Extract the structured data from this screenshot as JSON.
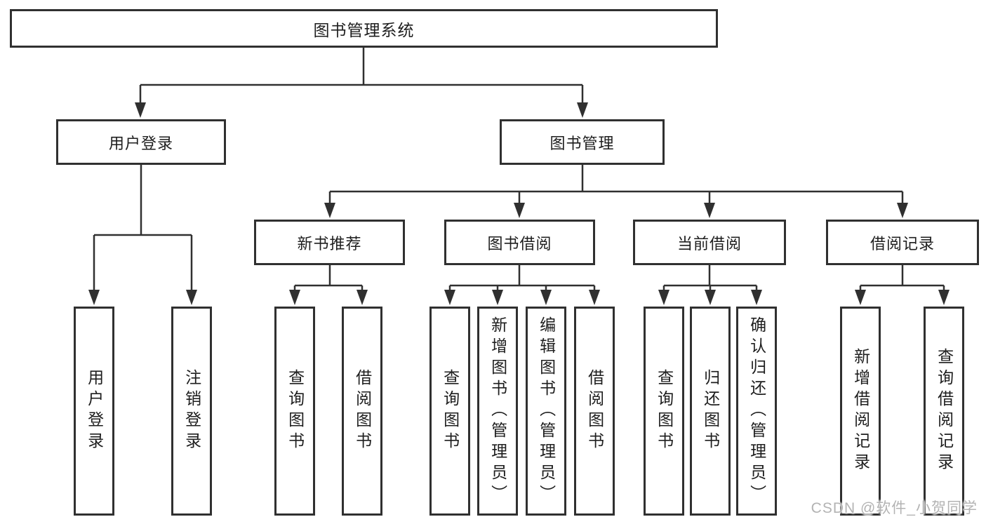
{
  "diagram_type": "hierarchy-tree",
  "colors": {
    "line": "#303030",
    "text": "#1e1e1e",
    "box_bg": "#ffffff",
    "bg": "#ffffff",
    "watermark": "#b3b3b3"
  },
  "tree": {
    "label": "图书管理系统",
    "children": [
      {
        "label": "用户登录",
        "children": [
          {
            "label": "用户登录"
          },
          {
            "label": "注销登录"
          }
        ]
      },
      {
        "label": "图书管理",
        "children": [
          {
            "label": "新书推荐",
            "children": [
              {
                "label": "查询图书"
              },
              {
                "label": "借阅图书"
              }
            ]
          },
          {
            "label": "图书借阅",
            "children": [
              {
                "label": "查询图书"
              },
              {
                "label": "新增图书（管理员）"
              },
              {
                "label": "编辑图书（管理员）"
              },
              {
                "label": "借阅图书"
              }
            ]
          },
          {
            "label": "当前借阅",
            "children": [
              {
                "label": "查询图书"
              },
              {
                "label": "归还图书"
              },
              {
                "label": "确认归还（管理员）"
              }
            ]
          },
          {
            "label": "借阅记录",
            "children": [
              {
                "label": "新增借阅记录"
              },
              {
                "label": "查询借阅记录"
              }
            ]
          }
        ]
      }
    ]
  },
  "watermark": {
    "text": "CSDN @软件_小贺同学"
  }
}
